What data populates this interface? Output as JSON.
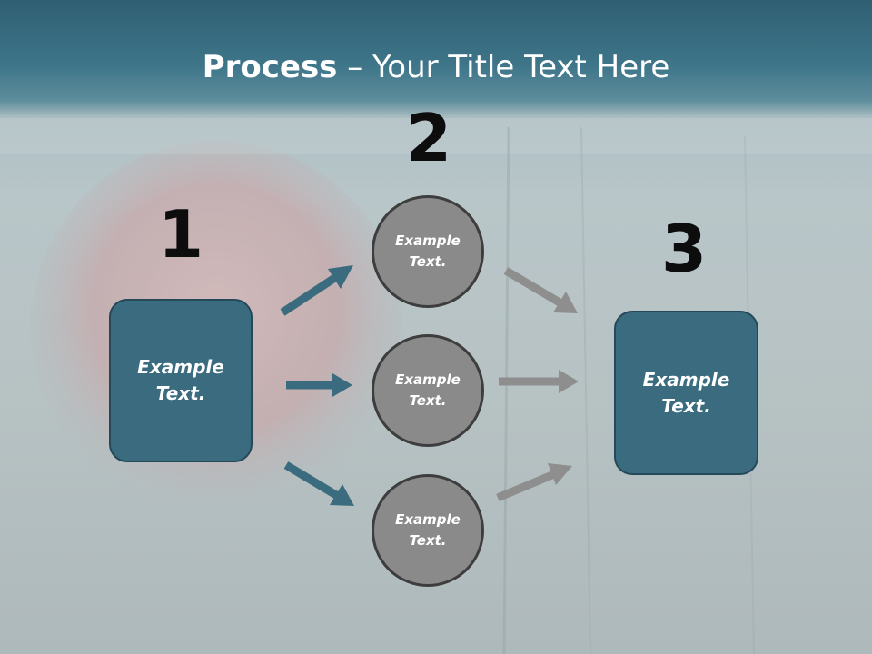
{
  "slide": {
    "title_bold": "Process",
    "title_rest": " – Your Title Text Here"
  },
  "steps": {
    "one": {
      "number": "1",
      "label": "Example Text."
    },
    "two": {
      "number": "2"
    },
    "three": {
      "number": "3",
      "label": "Example Text."
    }
  },
  "nodes": [
    {
      "label": "Example Text."
    },
    {
      "label": "Example Text."
    },
    {
      "label": "Example Text."
    }
  ],
  "colors": {
    "box_fill": "#3a6b7e",
    "circle_fill": "#8a8a8a",
    "arrow_teal": "#3a6b7e",
    "arrow_gray": "#8e8e8e"
  }
}
